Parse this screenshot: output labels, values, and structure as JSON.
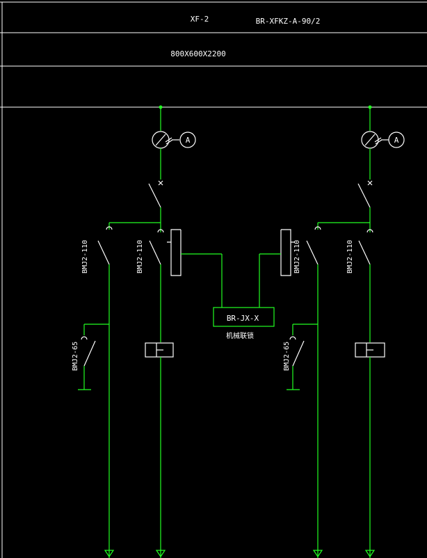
{
  "header": {
    "code": "XF-2",
    "model": "BR-XFKZ-A-90/2",
    "dimensions": "800X600X2200"
  },
  "diagram": {
    "ammeter_label": "A",
    "breaker_main_label": "BMJ2-110",
    "breaker_aux_label": "BMJ2-65",
    "interlock_box_label": "BR-JX-X",
    "interlock_caption": "机械联锁"
  },
  "colors": {
    "background": "#000000",
    "frame": "#ffffff",
    "wire": "#22ff22",
    "symbol": "#ffffff"
  }
}
